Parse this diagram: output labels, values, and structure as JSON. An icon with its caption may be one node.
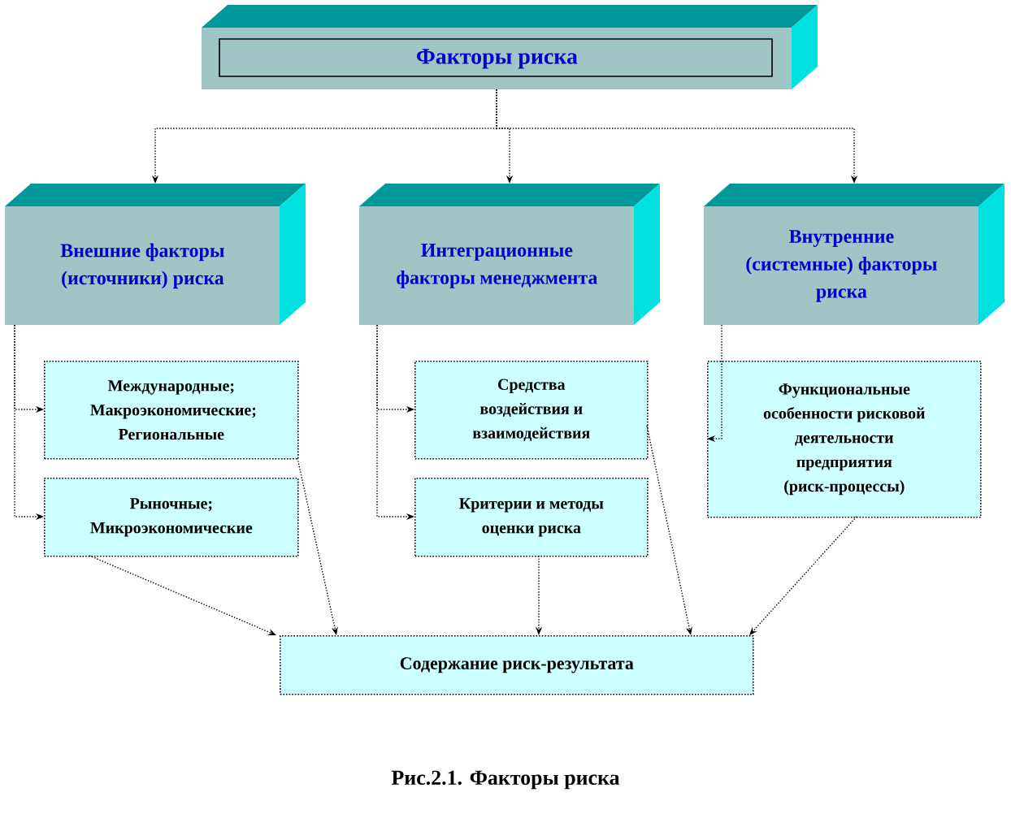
{
  "diagram": {
    "caption": "Рис.2.1. Факторы риска",
    "nodes": [
      {
        "text": [
          "Факторы риска"
        ]
      },
      {
        "text": [
          "Внешние факторы (источники) риска"
        ]
      },
      {
        "text": [
          "Интеграционные факторы менеджмента"
        ]
      },
      {
        "text": [
          "Внутренние (системные) факторы риска"
        ]
      },
      {
        "text": [
          "Международные; Макроэкономические; Региональные"
        ]
      },
      {
        "text": [
          "Рыночные; Микроэкономические"
        ]
      },
      {
        "text": [
          "Средства воздействия и взаимодействия"
        ]
      },
      {
        "text": [
          "Критерии и методы оценки риска"
        ]
      },
      {
        "text": [
          "Функциональные особенности рисковой деятельности предприятия (риск-процессы)"
        ]
      },
      {
        "text": [
          "Содержание риск-результата"
        ]
      }
    ],
    "edges": [
      {
        "from": 0,
        "to": 1,
        "arrow": "to"
      },
      {
        "from": 0,
        "to": 2,
        "arrow": "to"
      },
      {
        "from": 0,
        "to": 3,
        "arrow": "to"
      },
      {
        "from": 1,
        "to": 4,
        "arrow": "to"
      },
      {
        "from": 1,
        "to": 5,
        "arrow": "to"
      },
      {
        "from": 2,
        "to": 6,
        "arrow": "to"
      },
      {
        "from": 2,
        "to": 7,
        "arrow": "to"
      },
      {
        "from": 3,
        "to": 8,
        "arrow": "to"
      },
      {
        "from": 5,
        "to": 9,
        "arrow": "to"
      },
      {
        "from": 4,
        "to": 9,
        "arrow": "to"
      },
      {
        "from": 7,
        "to": 9,
        "arrow": "to"
      },
      {
        "from": 6,
        "to": 9,
        "arrow": "to"
      },
      {
        "from": 8,
        "to": 9,
        "arrow": "to"
      }
    ]
  }
}
